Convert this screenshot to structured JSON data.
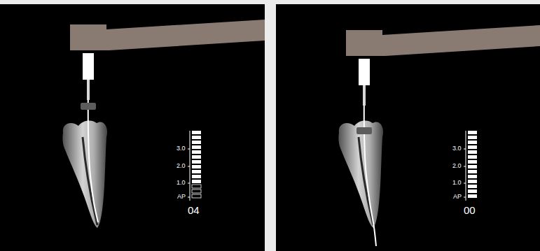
{
  "diagram": {
    "labels": [
      "3.0",
      "2.0",
      "1.0",
      "AP",
      "04",
      "3.0",
      "2.0",
      "1.0",
      "AP",
      "00"
    ]
  }
}
